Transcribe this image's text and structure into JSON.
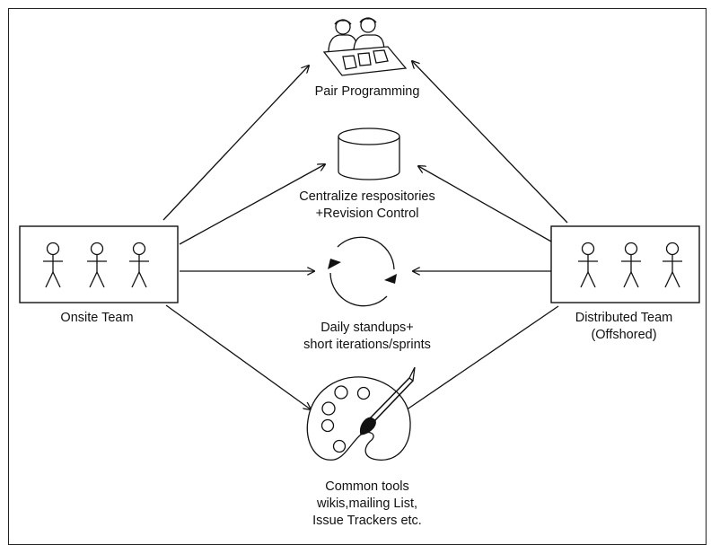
{
  "diagram": {
    "onsite_team": {
      "label": "Onsite Team",
      "people": 3
    },
    "distributed_team": {
      "label_line1": "Distributed Team",
      "label_line2": "(Offshored)",
      "people": 3
    },
    "practices": {
      "pair_programming": {
        "label": "Pair Programming",
        "icon": "pair-programming-icon"
      },
      "repositories": {
        "label_line1": "Centralize respositories",
        "label_line2": "+Revision Control",
        "icon": "database-cylinder-icon"
      },
      "standups": {
        "label_line1": "Daily standups+",
        "label_line2": "short iterations/sprints",
        "icon": "cycle-arrows-icon"
      },
      "tools": {
        "label_line1": "Common tools",
        "label_line2": "wikis,mailing List,",
        "label_line3": "Issue Trackers etc.",
        "icon": "paint-palette-icon"
      }
    },
    "colors": {
      "stroke": "#111111",
      "background": "#ffffff"
    }
  }
}
